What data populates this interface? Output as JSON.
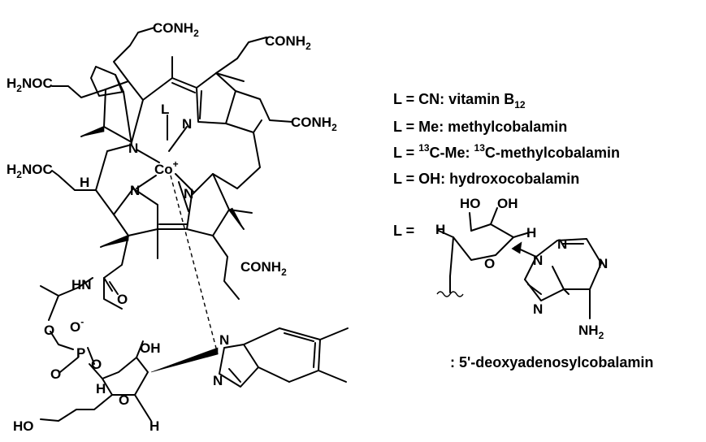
{
  "structure": {
    "labels": {
      "conh2": "CONH",
      "h2noc": "H",
      "h2noc_rest": "NOC",
      "two": "2",
      "N": "N",
      "L": "L",
      "Co": "Co",
      "plus": "+",
      "H": "H",
      "HN": "HN",
      "O": "O",
      "O_minus": "O",
      "minus": "-",
      "P": "P",
      "OH": "OH",
      "HO": "HO"
    }
  },
  "legend": {
    "line1_prefix": "L = CN: vitamin B",
    "line1_sub": "12",
    "line2": "L = Me: methylcobalamin",
    "line3_a": "L = ",
    "line3_sup1": "13",
    "line3_b": "C-Me: ",
    "line3_sup2": "13",
    "line3_c": "C-methylcobalamin",
    "line4": "L = OH: hydroxocobalamin",
    "line5": "L =",
    "ado_HO": "HO",
    "ado_OH": "OH",
    "ado_H": "H",
    "ado_O": "O",
    "ado_N": "N",
    "ado_NH": "NH",
    "ado_two": "2",
    "caption": ": 5'-deoxyadenosylcobalamin"
  }
}
